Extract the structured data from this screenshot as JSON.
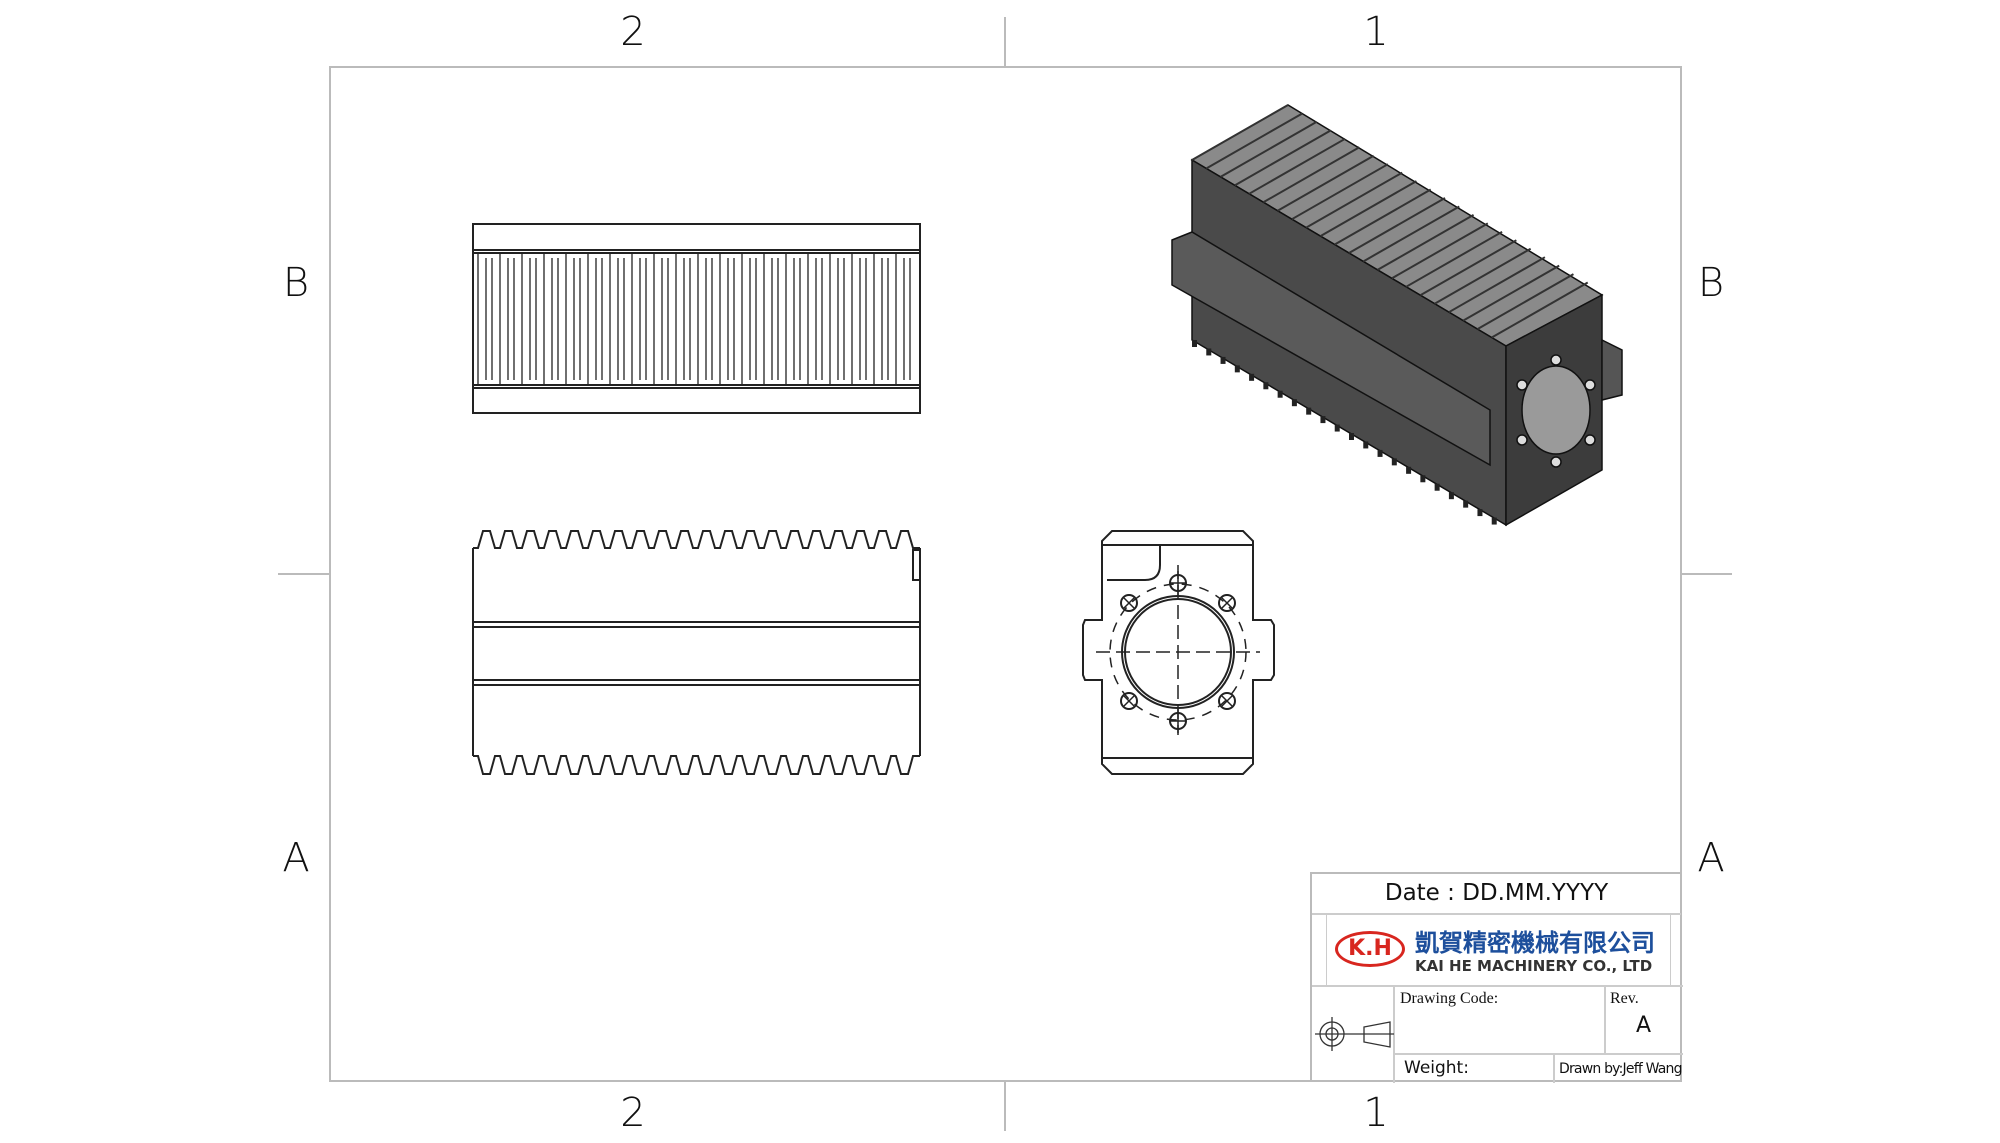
{
  "zones": {
    "columns": [
      "2",
      "1"
    ],
    "rows": [
      "B",
      "A"
    ]
  },
  "title_block": {
    "date": "Date : DD.MM.YYYY",
    "company_cn": "凱賀精密機械有限公司",
    "company_en": "KAI HE MACHINERY CO., LTD",
    "logo_text": "K.H",
    "drawing_code_label": "Drawing Code:",
    "rev_label": "Rev.",
    "rev_value": "A",
    "weight_label": "Weight:",
    "drawn_by": "Drawn by:Jeff Wang"
  },
  "colors": {
    "logo_red": "#d8261f",
    "company_blue": "#1d4f9c",
    "line": "#222222",
    "border": "#b0b0b0"
  }
}
